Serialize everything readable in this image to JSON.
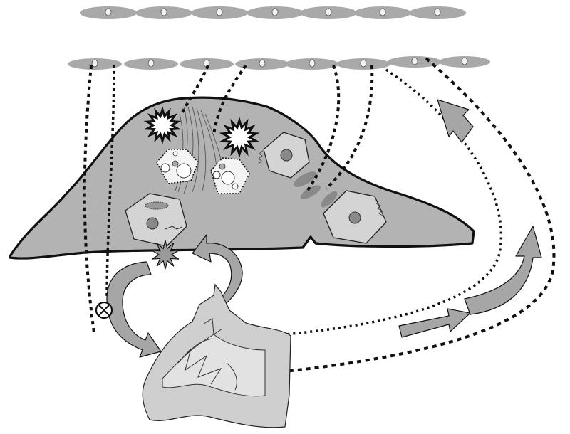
{
  "colors": {
    "background": "#ffffff",
    "tissue_fill": "#b3b3b3",
    "tissue_outline": "#111111",
    "cell_fill": "#a9a9a9",
    "cell_nucleus": "#f2f2f2",
    "hexagon_fill": "#d4d4d4",
    "nucleus_fill": "#8a8a8a",
    "arrow_fill": "#a6a6a6",
    "bone_fill": "#cfcfcf",
    "line_color": "#111111"
  },
  "elements": {
    "top_cell_row": {
      "count": 7
    },
    "second_cell_row": {
      "count": 8
    },
    "starbursts": {
      "count": 2
    },
    "hexagon_cells": {
      "count": 3
    },
    "dotted_vesicles": {
      "count": 2
    },
    "blocked_marker": {
      "icon": "circle-x-icon"
    }
  }
}
